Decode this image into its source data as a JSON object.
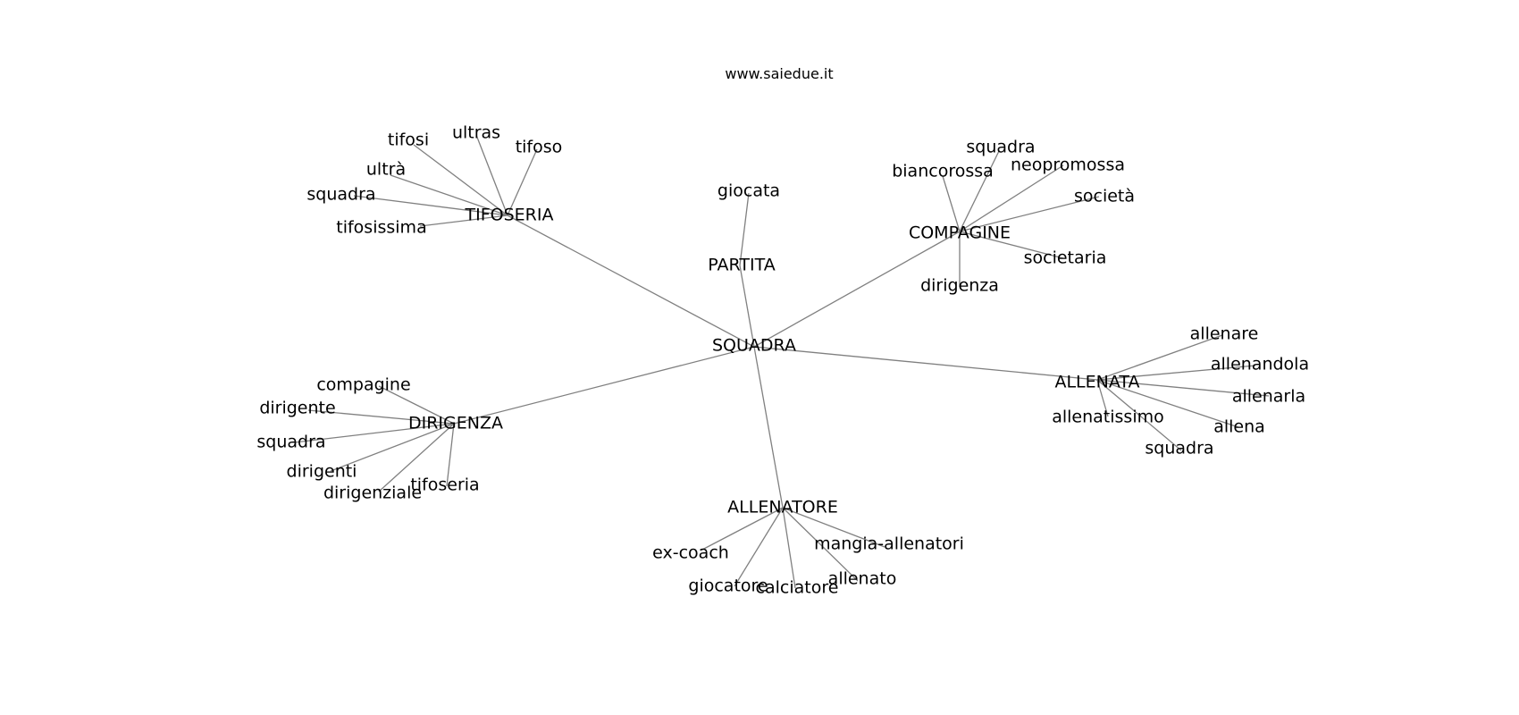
{
  "header": {
    "site_url": "www.saiedue.it"
  },
  "colors": {
    "background": "#ffffff",
    "edge": "#808080",
    "text": "#000000"
  },
  "graph": {
    "center": "SQUADRA",
    "hubs": [
      {
        "id": "tifoseria",
        "label": "TIFOSERIA",
        "leaves": [
          "tifosi",
          "ultras",
          "tifoso",
          "ultrà",
          "squadra",
          "tifosissima"
        ]
      },
      {
        "id": "partita",
        "label": "PARTITA",
        "leaves": [
          "giocata"
        ]
      },
      {
        "id": "compagine",
        "label": "COMPAGINE",
        "leaves": [
          "squadra",
          "biancorossa",
          "neopromossa",
          "società",
          "societaria",
          "dirigenza"
        ]
      },
      {
        "id": "allenata",
        "label": "ALLENATA",
        "leaves": [
          "allenare",
          "allenandola",
          "allenarla",
          "allena",
          "allenatissimo",
          "squadra"
        ]
      },
      {
        "id": "dirigenza",
        "label": "DIRIGENZA",
        "leaves": [
          "compagine",
          "dirigente",
          "squadra",
          "dirigenti",
          "dirigenziale",
          "tifoseria"
        ]
      },
      {
        "id": "allenatore",
        "label": "ALLENATORE",
        "leaves": [
          "ex-coach",
          "giocatore",
          "calciatore",
          "allenato",
          "mangia-allenatori"
        ]
      }
    ]
  }
}
